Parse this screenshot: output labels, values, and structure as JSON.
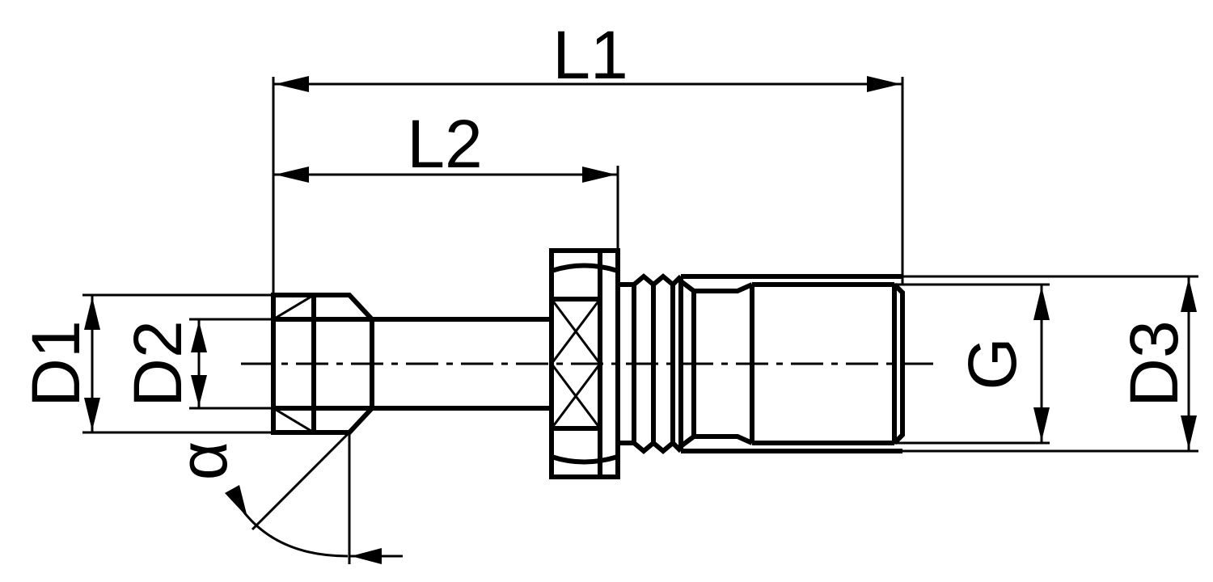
{
  "labels": {
    "l1": "L1",
    "l2": "L2",
    "d1": "D1",
    "d2": "D2",
    "d3": "D3",
    "g": "G",
    "alpha": "α"
  }
}
